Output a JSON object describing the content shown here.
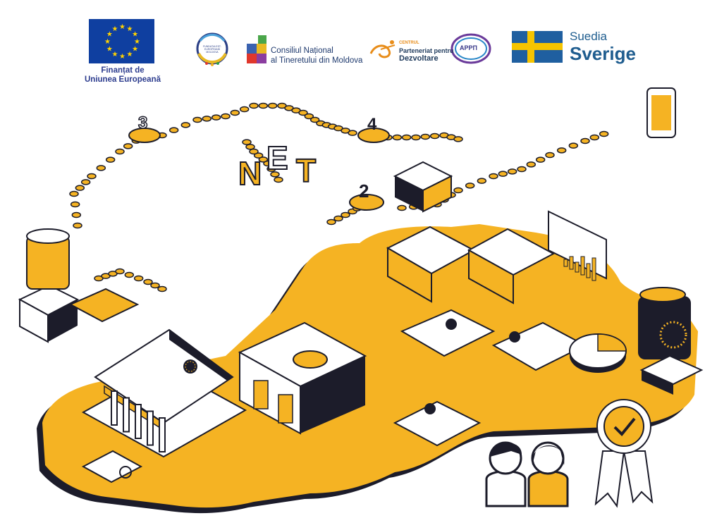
{
  "logos": {
    "eu": {
      "caption_line1": "Finanțat de",
      "caption_line2": "Uniunea Europeană",
      "flag_color": "#0f3fa0",
      "star_color": "#ffd200"
    },
    "fundatia": {
      "line1": "FUNDAȚIA EST-EUROPEANĂ",
      "line2": "MOLDOVA"
    },
    "cnt": {
      "line1": "Consiliul Național",
      "line2": "al Tineretului din Moldova"
    },
    "cpd": {
      "line1": "CENTRUL",
      "line2": "Parteneriat pentru",
      "line3": "Dezvoltare"
    },
    "appp": {
      "label": "APPП"
    },
    "sweden": {
      "line1": "Suedia",
      "line2": "Sverige",
      "flag_blue": "#1f5fa0",
      "flag_yellow": "#f5c400"
    }
  },
  "illustration": {
    "signs": {
      "net_n": "N",
      "net_e": "E",
      "net_t": "T",
      "step_2": "2",
      "step_3": "3",
      "step_4": "4"
    },
    "colors": {
      "accent": "#f5b323",
      "ink": "#1c1c2a",
      "paper": "#ffffff"
    }
  }
}
